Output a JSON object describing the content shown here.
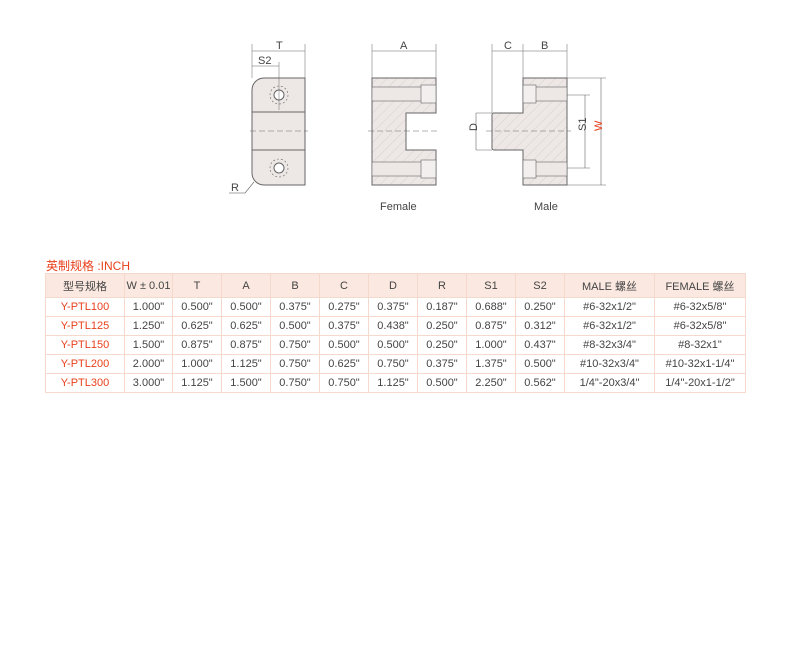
{
  "drawing": {
    "labels": {
      "T": "T",
      "S2": "S2",
      "R": "R",
      "A": "A",
      "C": "C",
      "B": "B",
      "D": "D",
      "S1": "S1",
      "W": "W"
    },
    "captions": {
      "female": "Female",
      "male": "Male"
    },
    "colors": {
      "accent": "#e8401c",
      "fill": "#ede8e6",
      "stroke": "#666666"
    }
  },
  "spec": {
    "title": "英制规格 :INCH",
    "headers": [
      "型号规格",
      "W ± 0.01",
      "T",
      "A",
      "B",
      "C",
      "D",
      "R",
      "S1",
      "S2",
      "MALE 螺丝",
      "FEMALE 螺丝"
    ],
    "rows": [
      [
        "Y-PTL100",
        "1.000\"",
        "0.500\"",
        "0.500\"",
        "0.375\"",
        "0.275\"",
        "0.375\"",
        "0.187\"",
        "0.688\"",
        "0.250\"",
        "#6-32x1/2\"",
        "#6-32x5/8\""
      ],
      [
        "Y-PTL125",
        "1.250\"",
        "0.625\"",
        "0.625\"",
        "0.500\"",
        "0.375\"",
        "0.438\"",
        "0.250\"",
        "0.875\"",
        "0.312\"",
        "#6-32x1/2\"",
        "#6-32x5/8\""
      ],
      [
        "Y-PTL150",
        "1.500\"",
        "0.875\"",
        "0.875\"",
        "0.750\"",
        "0.500\"",
        "0.500\"",
        "0.250\"",
        "1.000\"",
        "0.437\"",
        "#8-32x3/4\"",
        "#8-32x1\""
      ],
      [
        "Y-PTL200",
        "2.000\"",
        "1.000\"",
        "1.125\"",
        "0.750\"",
        "0.625\"",
        "0.750\"",
        "0.375\"",
        "1.375\"",
        "0.500\"",
        "#10-32x3/4\"",
        "#10-32x1-1/4\""
      ],
      [
        "Y-PTL300",
        "3.000\"",
        "1.125\"",
        "1.500\"",
        "0.750\"",
        "0.750\"",
        "1.125\"",
        "0.500\"",
        "2.250\"",
        "0.562\"",
        "1/4\"-20x3/4\"",
        "1/4\"-20x1-1/2\""
      ]
    ]
  }
}
